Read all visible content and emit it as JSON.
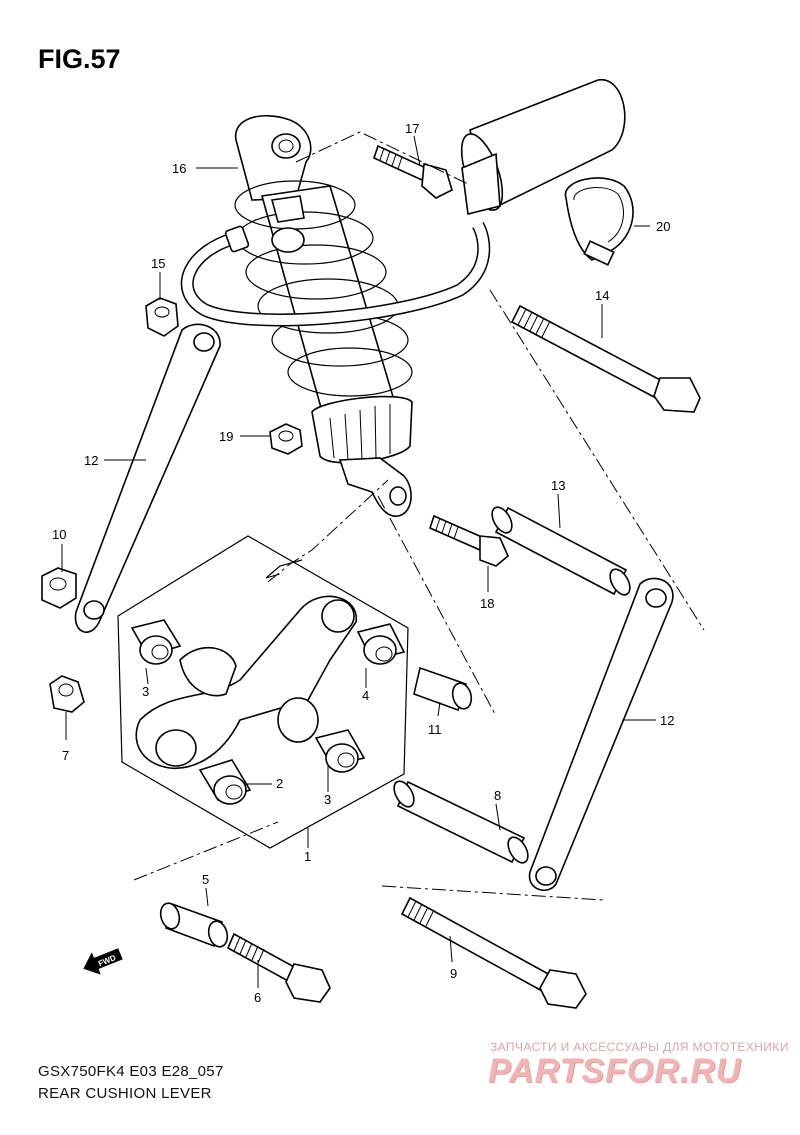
{
  "figure": {
    "title": "FIG.57"
  },
  "caption": {
    "model_code": "GSX750FK4 E03 E28_057",
    "section_name": "REAR CUSHION LEVER"
  },
  "direction_marker": {
    "label": "FWD",
    "icon": "arrow-left-icon"
  },
  "callouts": {
    "c1": "1",
    "c2": "2",
    "c3a": "3",
    "c3b": "3",
    "c4": "4",
    "c5": "5",
    "c6": "6",
    "c7": "7",
    "c8": "8",
    "c9": "9",
    "c10": "10",
    "c11": "11",
    "c12a": "12",
    "c12b": "12",
    "c13": "13",
    "c14": "14",
    "c15": "15",
    "c16": "16",
    "c17": "17",
    "c18": "18",
    "c19": "19",
    "c20": "20"
  },
  "watermark": {
    "tagline": "ЗАПЧАСТИ И АКСЕССУАРЫ ДЛЯ МОТОТЕХНИКИ",
    "logo": "PARTSFOR.RU"
  },
  "colors": {
    "line": "#000000",
    "background": "#ffffff",
    "watermark": "#f0b4b4"
  }
}
